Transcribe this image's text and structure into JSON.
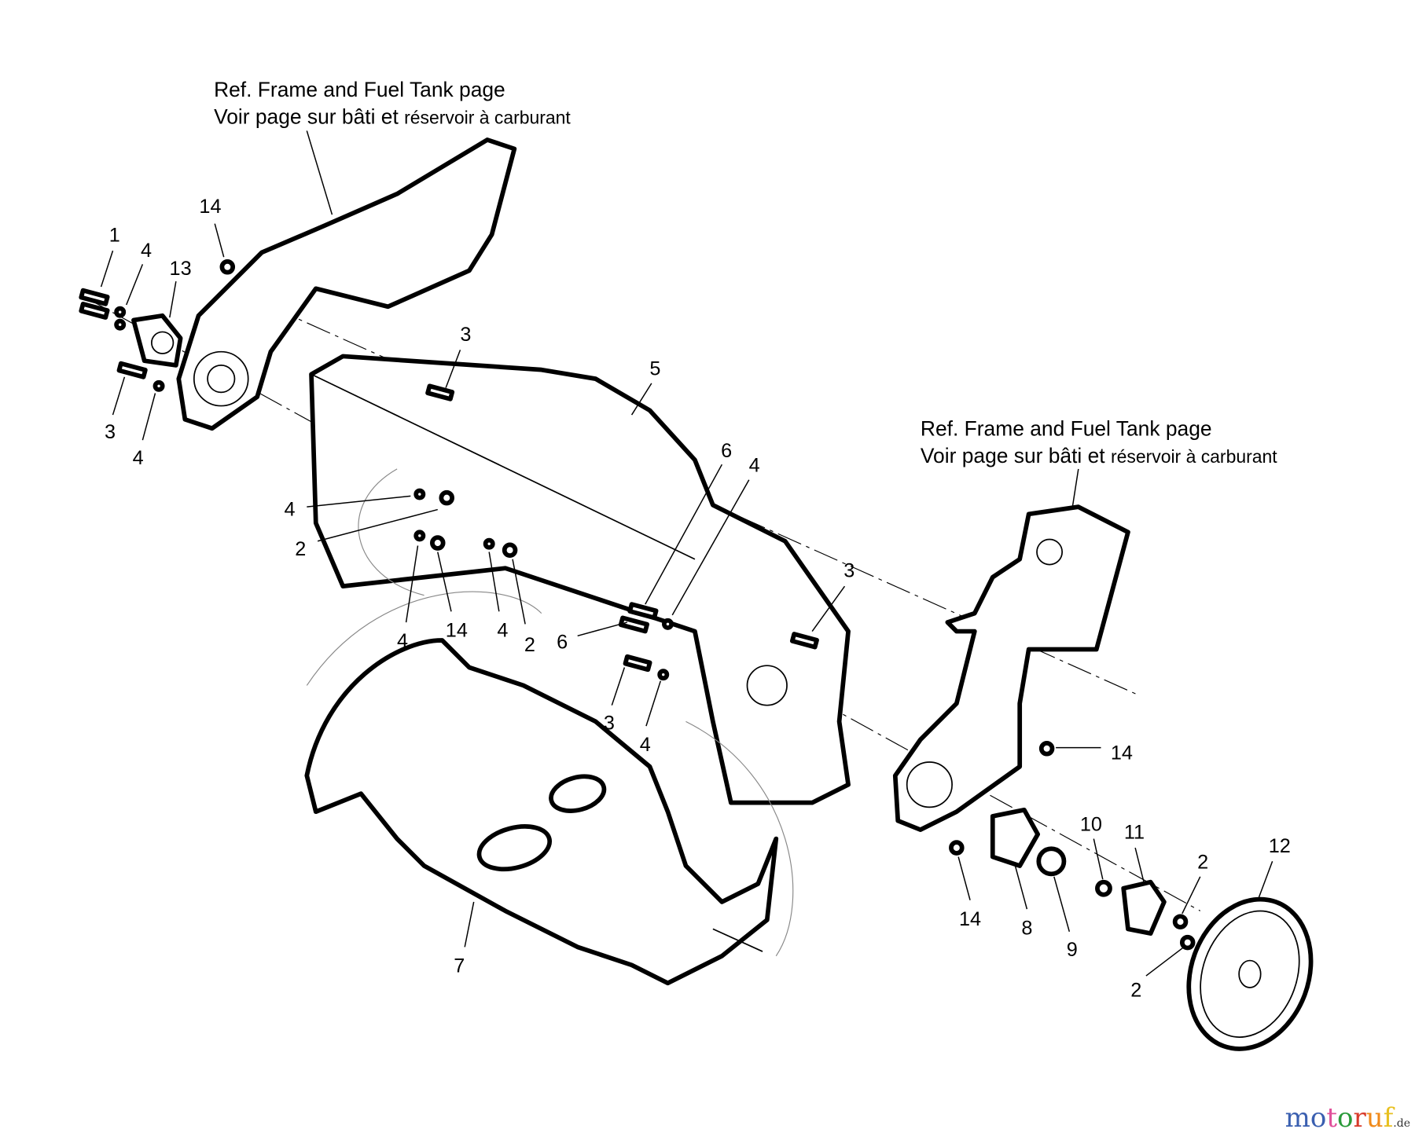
{
  "references": [
    {
      "line1": "Ref. Frame and Fuel Tank page",
      "line2_a": "Voir page sur bâti et",
      "line2_b": "réservoir à carburant"
    },
    {
      "line1": "Ref. Frame and Fuel Tank page",
      "line2_a": "Voir page sur bâti et",
      "line2_b": "réservoir à carburant"
    }
  ],
  "callouts": [
    "1",
    "4",
    "13",
    "14",
    "3",
    "4",
    "3",
    "5",
    "6",
    "4",
    "4",
    "2",
    "4",
    "14",
    "4",
    "2",
    "6",
    "3",
    "4",
    "3",
    "14",
    "7",
    "14",
    "8",
    "9",
    "10",
    "11",
    "2",
    "12",
    "2"
  ],
  "watermark": {
    "brand_letters": [
      "m",
      "o",
      "t",
      "o",
      "r",
      "u",
      "f"
    ],
    "suffix": ".de",
    "colors": [
      "#3a5fb0",
      "#3a5fb0",
      "#e0509a",
      "#2a9a3a",
      "#d83a2a",
      "#f08a1a",
      "#e8c020"
    ]
  }
}
